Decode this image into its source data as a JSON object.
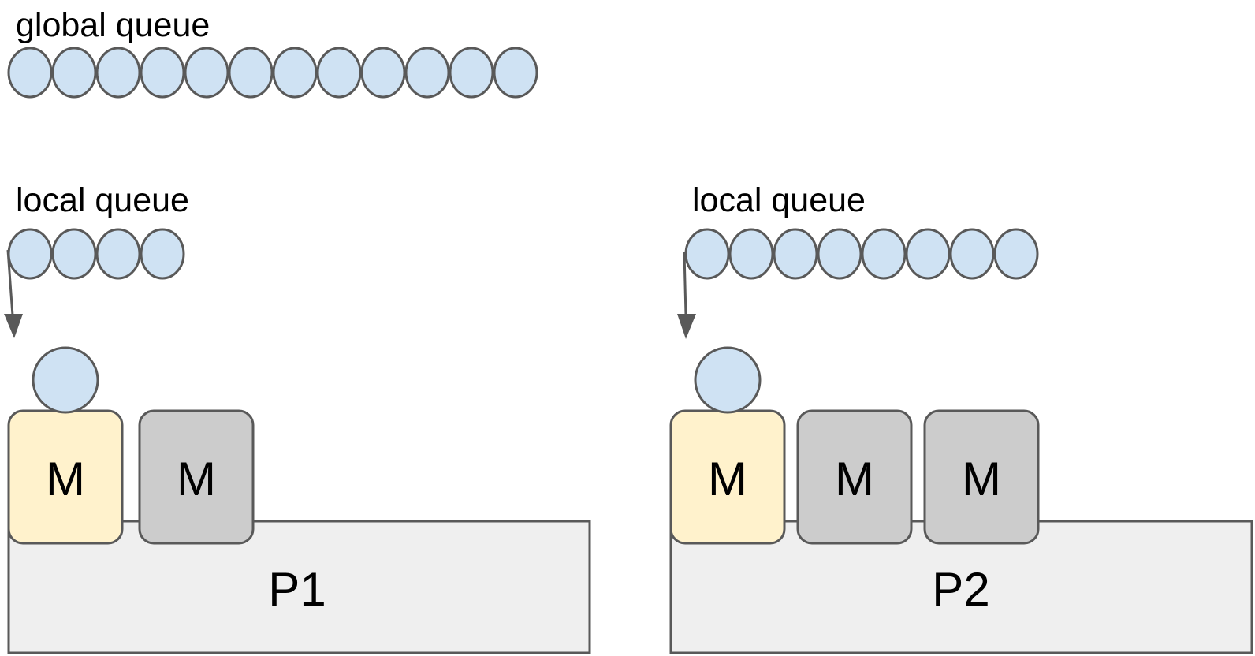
{
  "colors": {
    "goroutine_fill": "#cfe2f3",
    "outline": "#595959",
    "processor_fill": "#efefef",
    "machine_running_fill": "#fff2cc",
    "machine_idle_fill": "#cccccc"
  },
  "global_queue": {
    "label": "global queue",
    "goroutine_count": 12
  },
  "processors": [
    {
      "label": "P1",
      "local_queue": {
        "label": "local queue",
        "goroutine_count": 4
      },
      "machines": [
        {
          "label": "M",
          "state": "running"
        },
        {
          "label": "M",
          "state": "idle"
        }
      ]
    },
    {
      "label": "P2",
      "local_queue": {
        "label": "local queue",
        "goroutine_count": 8
      },
      "machines": [
        {
          "label": "M",
          "state": "running"
        },
        {
          "label": "M",
          "state": "idle"
        },
        {
          "label": "M",
          "state": "idle"
        }
      ]
    }
  ]
}
